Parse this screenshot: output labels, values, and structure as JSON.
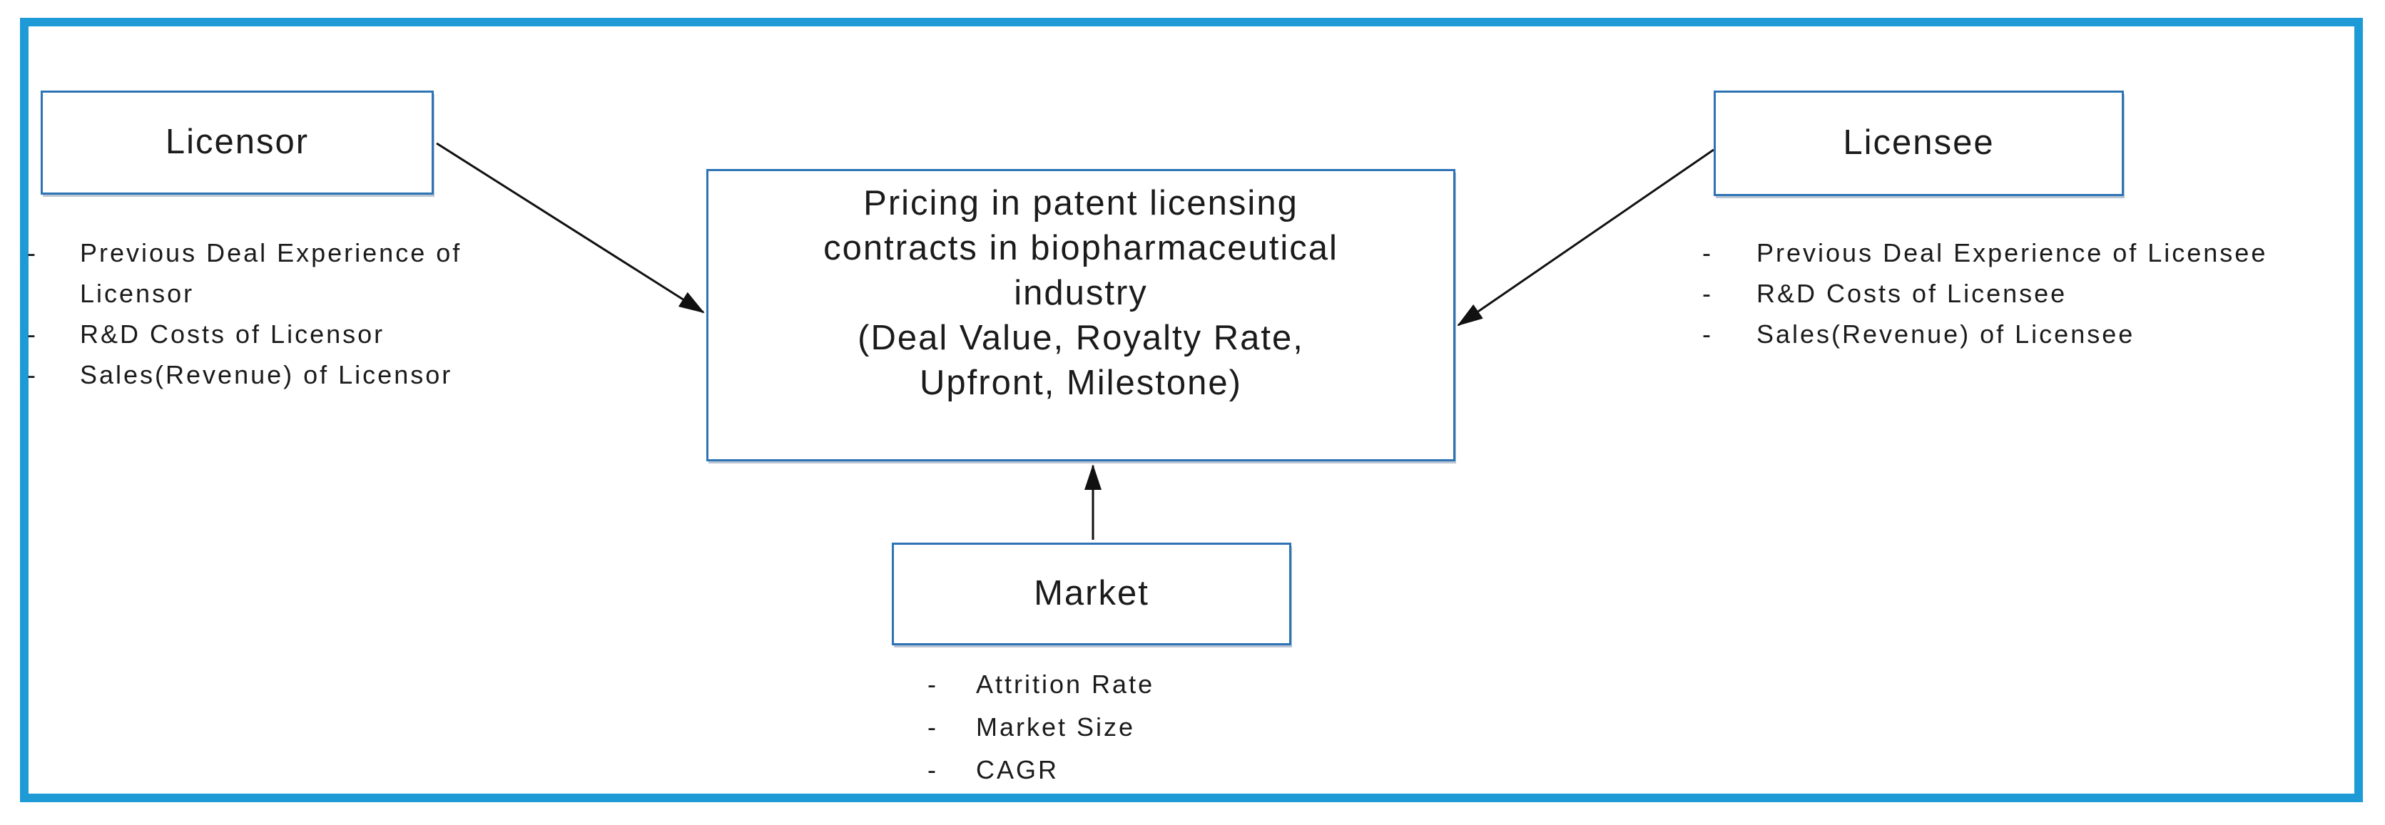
{
  "diagram": {
    "bullet_char": "-",
    "colors": {
      "frame": "#1e9bd7",
      "box-border": "#2e74b5",
      "text": "#1b1b1b",
      "arrow": "#111111",
      "bg": "#ffffff"
    },
    "center_box": {
      "lines": [
        "Pricing in patent licensing",
        "contracts in biopharmaceutical",
        "industry",
        "(Deal Value, Royalty Rate,",
        "Upfront, Milestone)"
      ]
    },
    "licensor": {
      "title": "Licensor",
      "items": [
        "Previous Deal Experience of Licensor",
        "R&D Costs of Licensor",
        "Sales(Revenue) of Licensor"
      ]
    },
    "licensee": {
      "title": "Licensee",
      "items": [
        "Previous Deal Experience of Licensee",
        "R&D Costs of Licensee",
        "Sales(Revenue) of Licensee"
      ]
    },
    "market": {
      "title": "Market",
      "items": [
        "Attrition Rate",
        "Market Size",
        "CAGR"
      ]
    }
  }
}
